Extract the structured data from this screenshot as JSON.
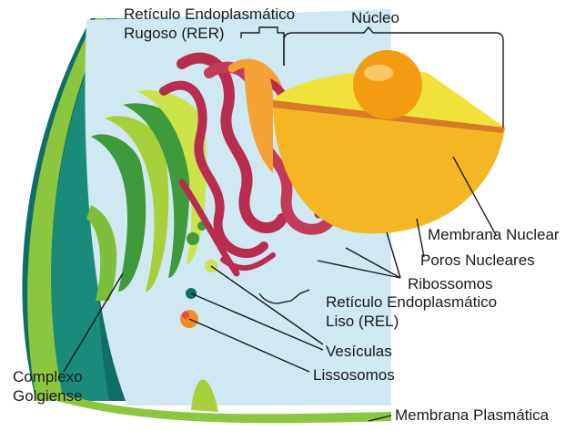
{
  "labels": {
    "rer_line1": "Retículo Endoplasmático",
    "rer_line2": "Rugoso (RER)",
    "nucleo": "Núcleo",
    "membrana_nuclear": "Membrana Nuclear",
    "poros_nucleares": "Poros Nucleares",
    "ribossomos": "Ribossomos",
    "rel_line1": "Retículo Endoplasmático",
    "rel_line2": "Liso (REL)",
    "vesiculas": "Vesículas",
    "lissosomos": "Lissosomos",
    "complexo_line1": "Complexo",
    "complexo_line2": "Golgiense",
    "membrana_plasmatica": "Membrana Plasmática"
  },
  "colors": {
    "cytoplasm": "#cfe8f2",
    "outer_shell": "#0f6e66",
    "membrane": "#8cc63f",
    "golgi_light": "#a6cf3a",
    "golgi_dark": "#3e9a3a",
    "rer": "#b82d4f",
    "rer_highlight": "#f4a233",
    "nucleus": "#f5b623",
    "nucleus_cut": "#f0e23a",
    "nucleolus": "#f39c12"
  }
}
